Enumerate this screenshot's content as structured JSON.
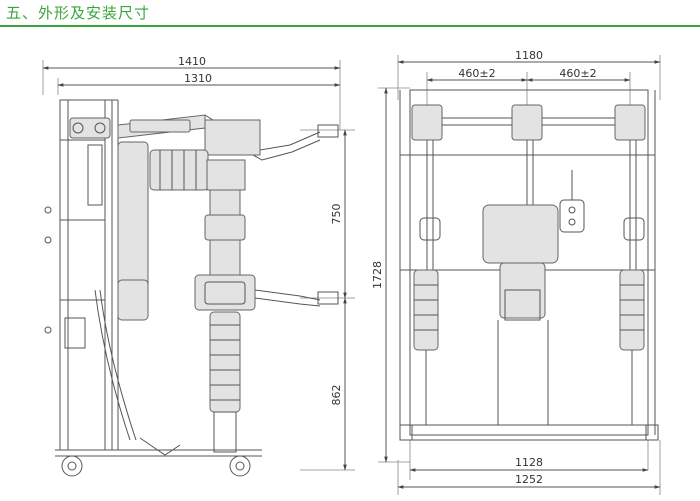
{
  "header": {
    "title": "五、外形及安装尺寸"
  },
  "colors": {
    "accent": "#3aa63a",
    "line": "#555555",
    "fill": "#e3e3e3"
  },
  "side_view": {
    "overall_width": "1410",
    "inner_width": "1310",
    "upper_height": "750",
    "lower_height": "862"
  },
  "front_view": {
    "overall_width": "1180",
    "pitch_left": "460±2",
    "pitch_right": "460±2",
    "height": "1728",
    "base_inner": "1128",
    "base_outer": "1252"
  }
}
